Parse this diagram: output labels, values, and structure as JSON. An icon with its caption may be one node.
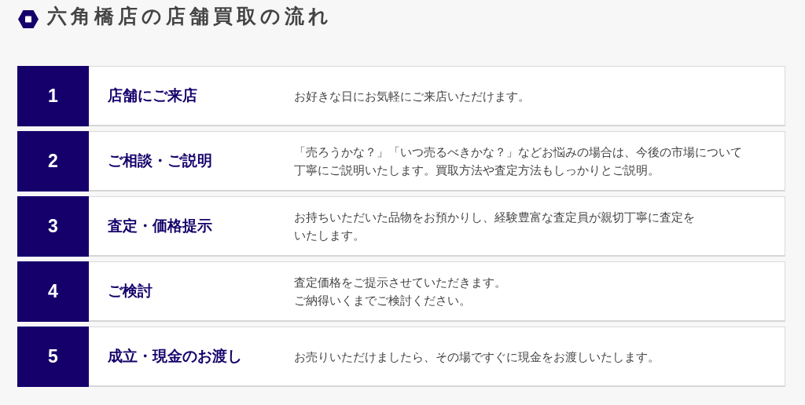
{
  "diagram": {
    "title": "六角橋店の店舗買取の流れ",
    "nodes": [
      {
        "text": [
          "店舗にご来店",
          "お好きな日にお気軽にご来店いただけます。"
        ]
      },
      {
        "text": [
          "1"
        ],
        "in": 0
      },
      {
        "text": [
          "ご相談・ご説明",
          "「売ろうかな？」「いつ売るべきかな？」などお悩みの場合は、今後の市場について丁寧にご説明いたします。買取方法や査定方法もしっかりとご説明。"
        ]
      },
      {
        "text": [
          "2"
        ],
        "in": 2
      },
      {
        "text": [
          "査定・価格提示",
          "お持ちいただいた品物をお預かりし、経験豊富な査定員が親切丁寧に査定をいたします。"
        ]
      },
      {
        "text": [
          "3"
        ],
        "in": 4
      },
      {
        "text": [
          "ご検討",
          "査定価格をご提示させていただきます。ご納得いくまでご検討ください。"
        ]
      },
      {
        "text": [
          "4"
        ],
        "in": 6
      },
      {
        "text": [
          "成立・現金のお渡し",
          "お売りいただけましたら、その場ですぐに現金をお渡しいたします。"
        ]
      },
      {
        "text": [
          "5"
        ],
        "in": 8
      }
    ]
  }
}
